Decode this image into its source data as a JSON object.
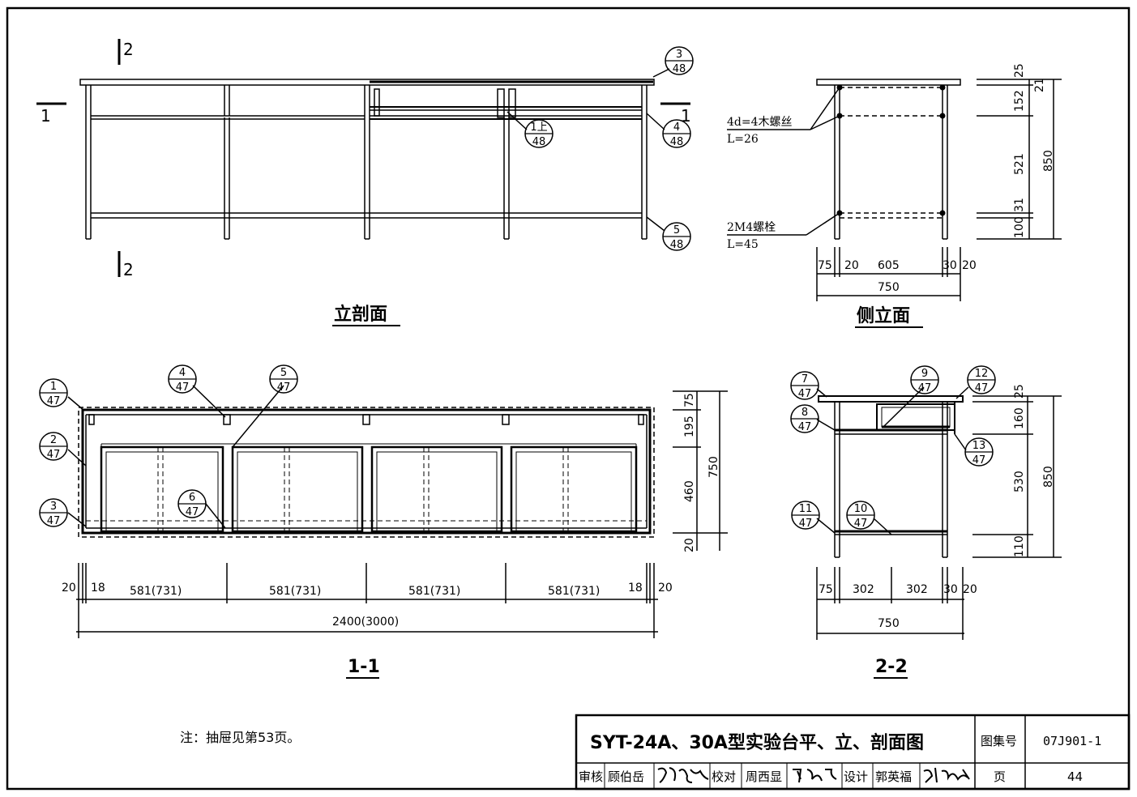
{
  "views": {
    "front_section": "立剖面",
    "side_elevation": "侧立面",
    "plan_1_1": "1-1",
    "section_2_2": "2-2"
  },
  "cut_marks": {
    "a": "2",
    "b": "2",
    "c": "1",
    "d": "1"
  },
  "callouts": {
    "c1": {
      "top": "3",
      "bottom": "48"
    },
    "c2": {
      "top": "1上",
      "bottom": "48"
    },
    "c3": {
      "top": "4",
      "bottom": "48"
    },
    "c4": {
      "top": "5",
      "bottom": "48"
    },
    "p1": {
      "top": "1",
      "bottom": "47"
    },
    "p2": {
      "top": "2",
      "bottom": "47"
    },
    "p3": {
      "top": "3",
      "bottom": "47"
    },
    "p4": {
      "top": "4",
      "bottom": "47"
    },
    "p5": {
      "top": "5",
      "bottom": "47"
    },
    "p6": {
      "top": "6",
      "bottom": "47"
    },
    "s7": {
      "top": "7",
      "bottom": "47"
    },
    "s8": {
      "top": "8",
      "bottom": "47"
    },
    "s9": {
      "top": "9",
      "bottom": "47"
    },
    "s10": {
      "top": "10",
      "bottom": "47"
    },
    "s11": {
      "top": "11",
      "bottom": "47"
    },
    "s12": {
      "top": "12",
      "bottom": "47"
    },
    "s13": {
      "top": "13",
      "bottom": "47"
    }
  },
  "annotations": {
    "screw": "4d=4木螺丝",
    "screw_len": "L=26",
    "bolt": "2M4螺栓",
    "bolt_len": "L=45"
  },
  "dims": {
    "side_v": [
      "25",
      "21",
      "152",
      "521",
      "31",
      "100",
      "850"
    ],
    "side_h": [
      "75",
      "20",
      "605",
      "30",
      "20",
      "750"
    ],
    "plan_v": [
      "75",
      "195",
      "460",
      "20",
      "750"
    ],
    "plan_h": [
      "20",
      "18",
      "581(731)",
      "581(731)",
      "581(731)",
      "581(731)",
      "18",
      "20",
      "2400(3000)"
    ],
    "sec_v": [
      "25",
      "160",
      "530",
      "110",
      "850"
    ],
    "sec_h": [
      "75",
      "302",
      "302",
      "30",
      "20",
      "750"
    ]
  },
  "note": "注：抽屉见第53页。",
  "title_block": {
    "title": "SYT-24A、30A型实验台平、立、剖面图",
    "atlas_label": "图集号",
    "atlas_no": "07J901-1",
    "review_label": "审核",
    "reviewer": "顾伯岳",
    "check_label": "校对",
    "checker": "周西显",
    "design_label": "设计",
    "designer": "郭英福",
    "page_label": "页",
    "page_no": "44"
  }
}
